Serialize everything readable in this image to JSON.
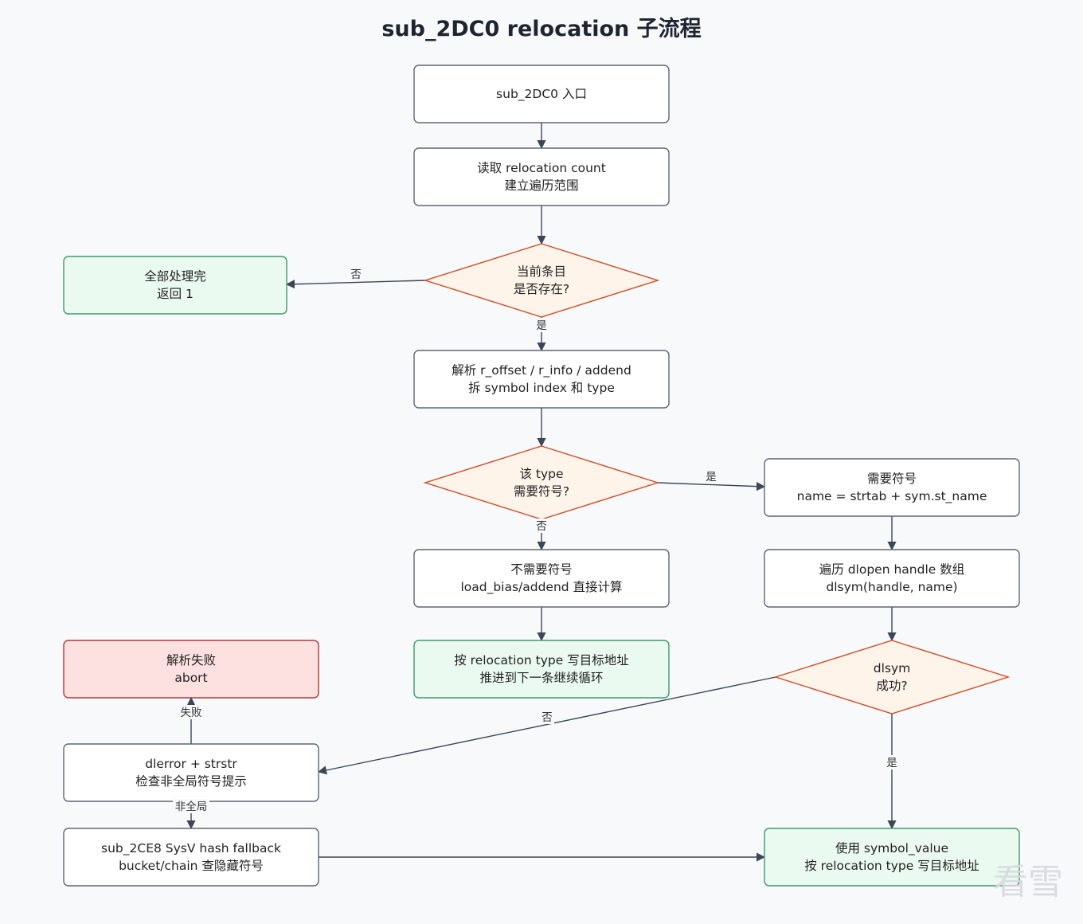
{
  "title": "sub_2DC0 relocation 子流程",
  "colors": {
    "edge": "#3c4656",
    "default_fill": "#ffffff",
    "default_stroke": "#5f6572",
    "success_fill": "#ebfaf1",
    "success_stroke": "#3e9a6a",
    "error_fill": "#fde0e0",
    "error_stroke": "#b43838",
    "decision_fill": "#fff4ea",
    "decision_stroke": "#cf4a24"
  },
  "nodes": {
    "entry": {
      "lines": [
        "sub_2DC0 入口"
      ]
    },
    "read_count": {
      "lines": [
        "读取 relocation count",
        "建立遍历范围"
      ]
    },
    "entry_exists": {
      "lines": [
        "当前条目",
        "是否存在?"
      ]
    },
    "all_done": {
      "lines": [
        "全部处理完",
        "返回 1"
      ]
    },
    "parse_entry": {
      "lines": [
        "解析 r_offset / r_info / addend",
        "拆 symbol index 和 type"
      ]
    },
    "needs_symbol": {
      "lines": [
        "该 type",
        "需要符号?"
      ]
    },
    "need_symbol_name": {
      "lines": [
        "需要符号",
        "name = strtab + sym.st_name"
      ]
    },
    "no_symbol": {
      "lines": [
        "不需要符号",
        "load_bias/addend 直接计算"
      ]
    },
    "iterate_handles": {
      "lines": [
        "遍历 dlopen handle 数组",
        "dlsym(handle, name)"
      ]
    },
    "write_target": {
      "lines": [
        "按 relocation type 写目标地址",
        "推进到下一条继续循环"
      ]
    },
    "dlsym_ok": {
      "lines": [
        "dlsym",
        "成功?"
      ]
    },
    "parse_fail": {
      "lines": [
        "解析失败",
        "abort"
      ]
    },
    "dlerror_check": {
      "lines": [
        "dlerror + strstr",
        "检查非全局符号提示"
      ]
    },
    "sysv_fallback": {
      "lines": [
        "sub_2CE8 SysV hash fallback",
        "bucket/chain 查隐藏符号"
      ]
    },
    "use_value": {
      "lines": [
        "使用 symbol_value",
        "按 relocation type 写目标地址"
      ]
    }
  },
  "edge_labels": {
    "exists_no": "否",
    "exists_yes": "是",
    "needs_yes": "是",
    "needs_no": "否",
    "dlsym_no": "否",
    "dlsym_yes": "是",
    "check_fail": "失败",
    "check_nonglobal": "非全局"
  },
  "watermark": "看雪"
}
